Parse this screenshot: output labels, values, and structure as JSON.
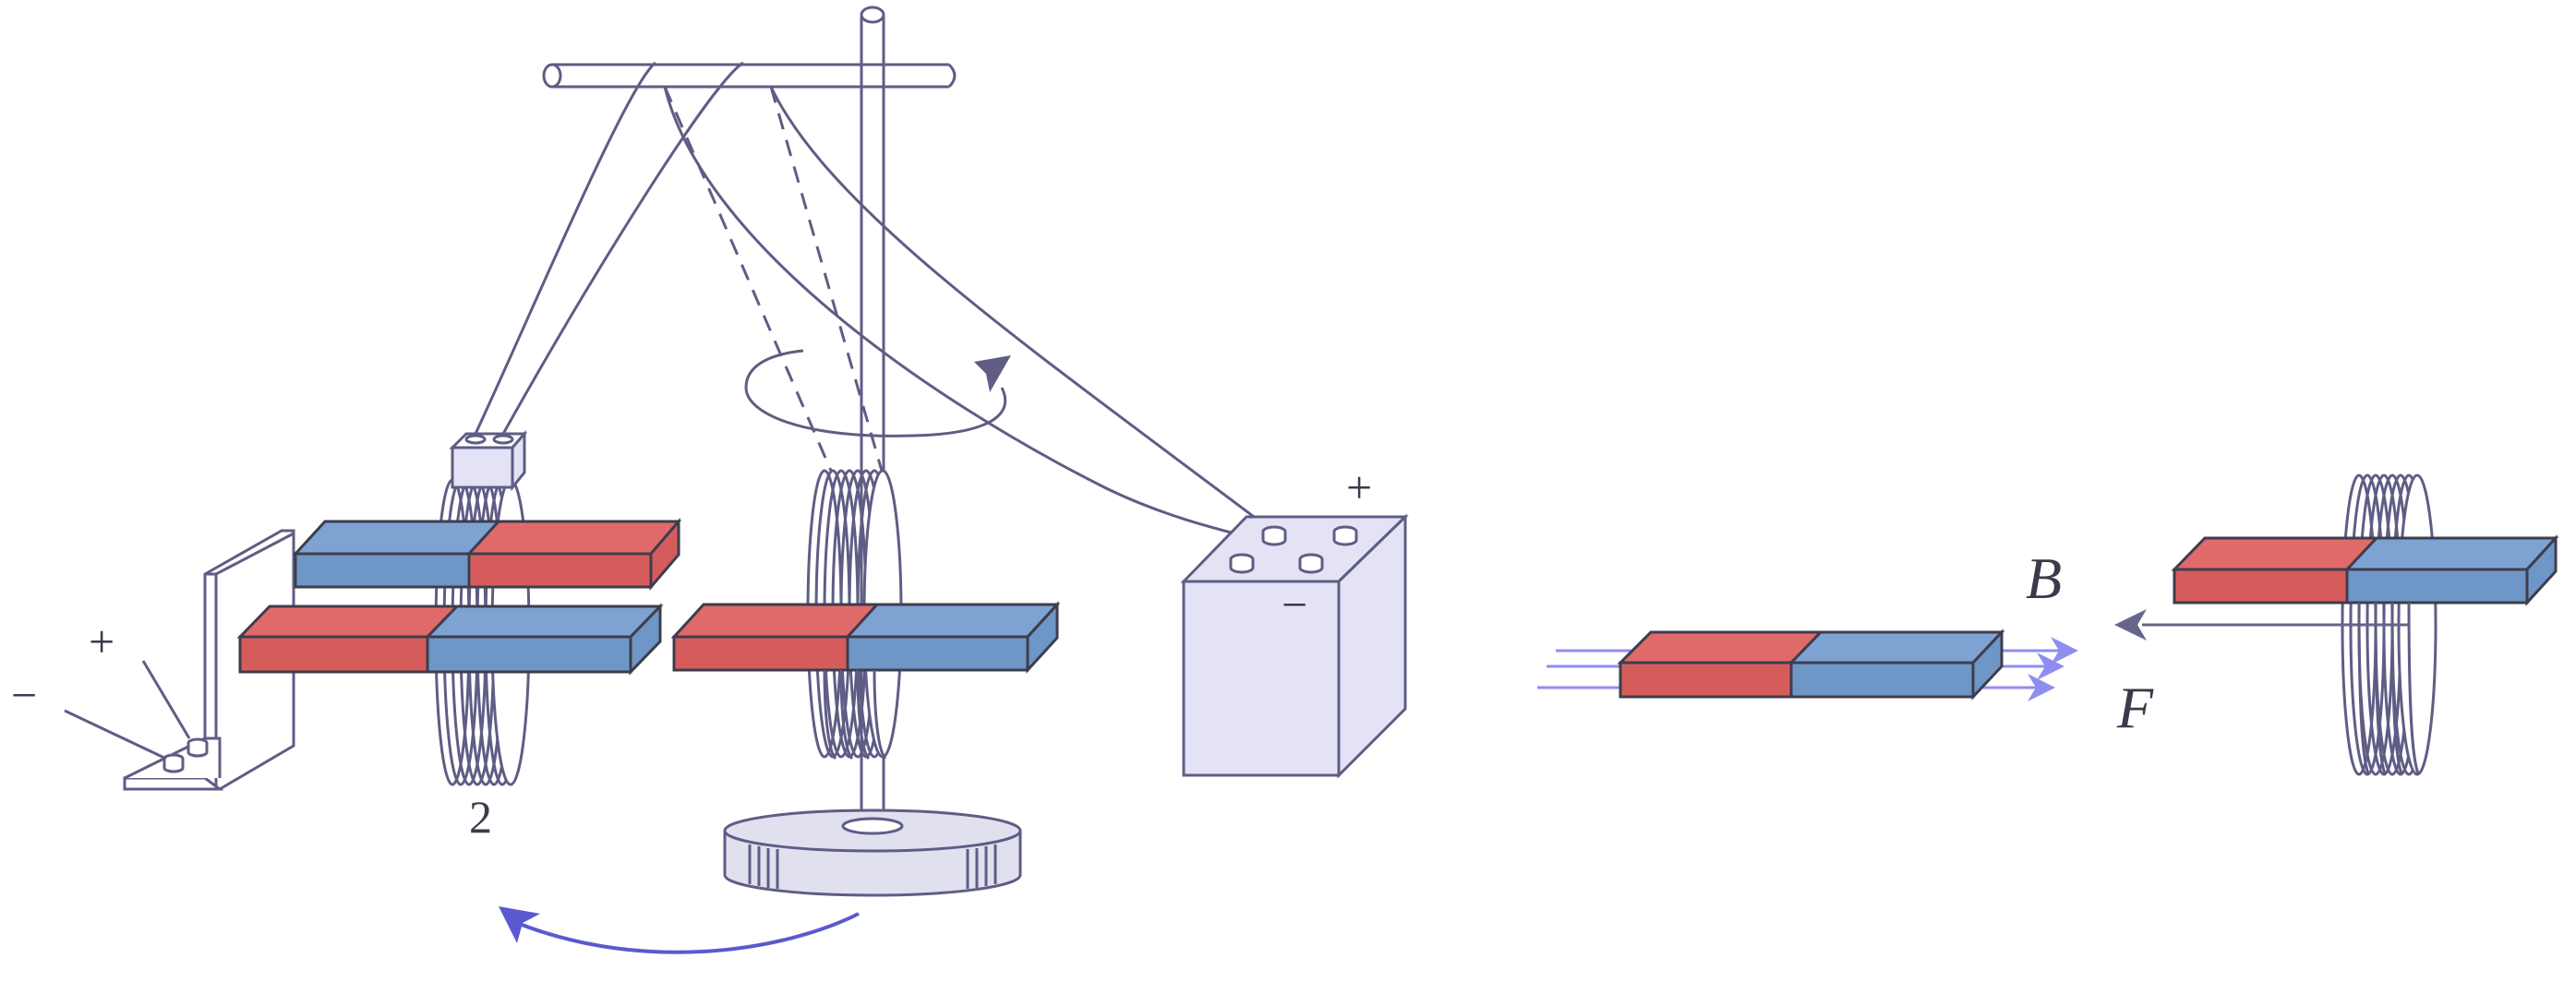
{
  "labels": {
    "left_plus": "+",
    "left_minus": "−",
    "coil_number": "2",
    "battery_plus": "+",
    "battery_minus": "−",
    "field_label": "B",
    "force_label": "F"
  },
  "colors": {
    "stroke": "#5f5d85",
    "dark_stroke": "#3d3d4d",
    "magnet_red": "#d65c5c",
    "magnet_red_top": "#e06a6a",
    "magnet_blue": "#6e96c6",
    "magnet_blue_top": "#7ea3d2",
    "battery_fill": "#e4e3f6",
    "bracket_fill": "#ffffff",
    "base_fill": "#e1e0ef",
    "field_arrow": "#8e8ef0",
    "rotation_arrow": "#5b59cf",
    "force_arrow": "#66668a"
  },
  "icons": {
    "rotation": "curved-arrow-icon",
    "field": "arrow-right-icon",
    "force": "arrow-left-icon"
  }
}
